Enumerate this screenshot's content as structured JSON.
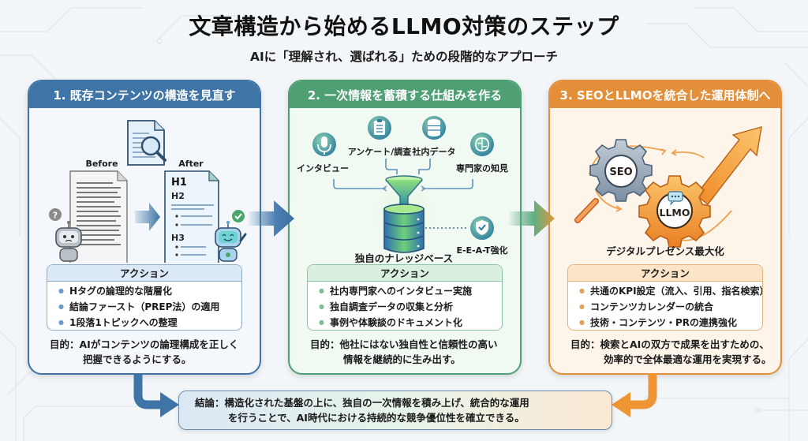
{
  "header": {
    "title": "文章構造から始めるLLMO対策のステップ",
    "subtitle": "AIに「理解され、選ばれる」ための段階的なアプローチ"
  },
  "colors": {
    "step1": "#3e74a6",
    "step2": "#4f9f75",
    "step3": "#e38f3a",
    "background": "#f3f6f9"
  },
  "steps": [
    {
      "title": "1. 既存コンテンツの構造を見直す",
      "illustration": {
        "before_label": "Before",
        "after_label": "After",
        "after_headings": [
          "H1",
          "H2",
          "H3"
        ],
        "icons": [
          "document-search-icon",
          "confused-robot-icon",
          "happy-robot-icon",
          "question-badge-icon",
          "check-badge-icon"
        ]
      },
      "action_heading": "アクション",
      "actions": [
        "Hタグの論理的な階層化",
        "結論ファースト（PREP法）の適用",
        "1段落1トピックへの整理"
      ],
      "purpose_line1": "目的：AIがコンテンツの論理構成を正しく",
      "purpose_line2": "把握できるようにする。"
    },
    {
      "title": "2. 一次情報を蓄積する仕組みを作る",
      "illustration": {
        "sources": [
          "インタビュー",
          "アンケート/調査",
          "社内データ",
          "専門家の知見"
        ],
        "center_label": "独自のナレッジベース",
        "badge_label": "E-E-A-T強化",
        "icons": [
          "microphone-icon",
          "clipboard-icon",
          "database-icon",
          "brain-icon",
          "funnel-icon",
          "shield-check-icon"
        ]
      },
      "action_heading": "アクション",
      "actions": [
        "社内専門家へのインタビュー実施",
        "独自調査データの収集と分析",
        "事例や体験談のドキュメント化"
      ],
      "purpose_line1": "目的：他社にはない独自性と信頼性の高い",
      "purpose_line2": "情報を継続的に生み出す。"
    },
    {
      "title": "3. SEOとLLMOを統合した運用体制へ",
      "illustration": {
        "gear1_label": "SEO",
        "gear2_label": "LLMO",
        "caption": "デジタルプレゼンス最大化",
        "icons": [
          "seo-gear-icon",
          "llmo-gear-icon",
          "growth-arrow-icon",
          "chat-bubble-icon"
        ]
      },
      "action_heading": "アクション",
      "actions": [
        "共通のKPI設定（流入、引用、指名検索）",
        "コンテンツカレンダーの統合",
        "技術・コンテンツ・PRの連携強化"
      ],
      "purpose_line1": "目的：検索とAIの双方で成果を出すための、",
      "purpose_line2": "効率的で全体最適な運用を実現する。"
    }
  ],
  "conclusion": {
    "line1": "結論：構造化された基盤の上に、独自の一次情報を積み上げ、統合的な運用",
    "line2": "を行うことで、AI時代における持続的な競争優位性を確立できる。"
  }
}
